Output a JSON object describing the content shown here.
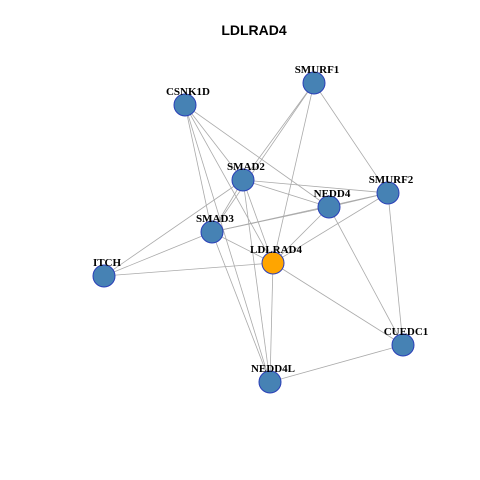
{
  "title": "LDLRAD4",
  "colors": {
    "node_fill": "#4682b4",
    "node_stroke": "#2a3fb8",
    "center_fill": "#ffa500",
    "edge": "#aaaaaa"
  },
  "nodes": [
    {
      "id": "SMURF1",
      "label": "SMURF1",
      "center": false
    },
    {
      "id": "CSNK1D",
      "label": "CSNK1D",
      "center": false
    },
    {
      "id": "SMAD2",
      "label": "SMAD2",
      "center": false
    },
    {
      "id": "SMURF2",
      "label": "SMURF2",
      "center": false
    },
    {
      "id": "NEDD4",
      "label": "NEDD4",
      "center": false
    },
    {
      "id": "SMAD3",
      "label": "SMAD3",
      "center": false
    },
    {
      "id": "LDLRAD4",
      "label": "LDLRAD4",
      "center": true
    },
    {
      "id": "ITCH",
      "label": "ITCH",
      "center": false
    },
    {
      "id": "CUEDC1",
      "label": "CUEDC1",
      "center": false
    },
    {
      "id": "NEDD4L",
      "label": "NEDD4L",
      "center": false
    }
  ],
  "edges": [
    [
      "CSNK1D",
      "SMAD2"
    ],
    [
      "CSNK1D",
      "NEDD4"
    ],
    [
      "CSNK1D",
      "SMAD3"
    ],
    [
      "CSNK1D",
      "LDLRAD4"
    ],
    [
      "CSNK1D",
      "NEDD4L"
    ],
    [
      "SMURF1",
      "SMAD2"
    ],
    [
      "SMURF1",
      "SMAD3"
    ],
    [
      "SMURF1",
      "SMURF2"
    ],
    [
      "SMURF1",
      "LDLRAD4"
    ],
    [
      "SMAD2",
      "NEDD4"
    ],
    [
      "SMAD2",
      "SMURF2"
    ],
    [
      "SMAD2",
      "SMAD3"
    ],
    [
      "SMAD2",
      "LDLRAD4"
    ],
    [
      "SMAD2",
      "ITCH"
    ],
    [
      "SMAD2",
      "NEDD4L"
    ],
    [
      "SMURF2",
      "NEDD4"
    ],
    [
      "SMURF2",
      "SMAD3"
    ],
    [
      "SMURF2",
      "LDLRAD4"
    ],
    [
      "SMURF2",
      "CUEDC1"
    ],
    [
      "NEDD4",
      "SMAD3"
    ],
    [
      "NEDD4",
      "LDLRAD4"
    ],
    [
      "NEDD4",
      "CUEDC1"
    ],
    [
      "SMAD3",
      "LDLRAD4"
    ],
    [
      "SMAD3",
      "ITCH"
    ],
    [
      "SMAD3",
      "NEDD4L"
    ],
    [
      "ITCH",
      "LDLRAD4"
    ],
    [
      "LDLRAD4",
      "CUEDC1"
    ],
    [
      "LDLRAD4",
      "NEDD4L"
    ],
    [
      "CUEDC1",
      "NEDD4L"
    ]
  ]
}
